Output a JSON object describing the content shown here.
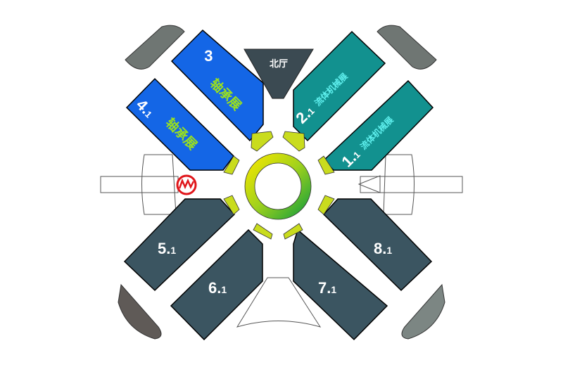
{
  "north_hall": {
    "label": "北厅"
  },
  "halls": [
    {
      "number": "3",
      "sub": "",
      "name": "轴承展",
      "color": "#1466e6",
      "text_color": "#9be21c"
    },
    {
      "number": "4.",
      "sub": "1",
      "name": "轴承展",
      "color": "#1466e6",
      "text_color": "#9be21c"
    },
    {
      "number": "2.",
      "sub": "1",
      "name": "流体机械展",
      "color": "#12918f",
      "text_color": "#5ff0ee"
    },
    {
      "number": "1.",
      "sub": "1",
      "name": "流体机械展",
      "color": "#12918f",
      "text_color": "#5ff0ee"
    },
    {
      "number": "5.",
      "sub": "1",
      "name": "",
      "color": "#3b5561"
    },
    {
      "number": "6.",
      "sub": "1",
      "name": "",
      "color": "#3b5561"
    },
    {
      "number": "7.",
      "sub": "1",
      "name": "",
      "color": "#3b5561"
    },
    {
      "number": "8.",
      "sub": "1",
      "name": "",
      "color": "#3b5561"
    }
  ],
  "icons": [
    "metro-icon"
  ]
}
